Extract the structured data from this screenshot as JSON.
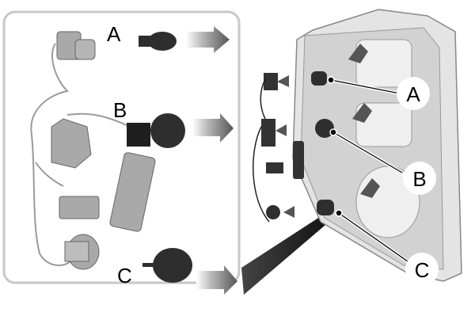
{
  "figure": {
    "detail_labels": [
      "A",
      "B",
      "C"
    ],
    "callout_labels": [
      "A",
      "B",
      "C"
    ]
  },
  "colors": {
    "frame": "#c8c8c8",
    "arrow": "#555555",
    "bulb": "#2e2e2e",
    "housing": "#d8d8d8",
    "socket": "#a9a9a9"
  }
}
